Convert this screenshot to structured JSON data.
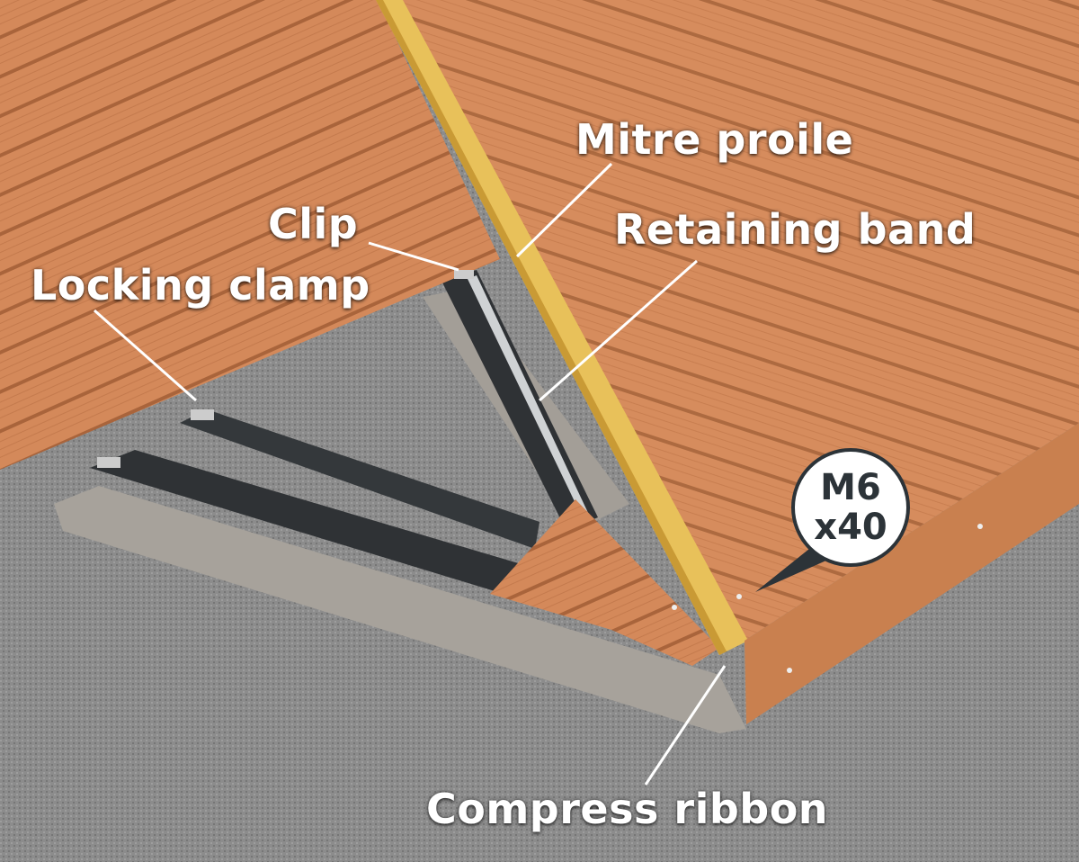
{
  "labels": {
    "mitre_profile": "Mitre proile",
    "retaining_band": "Retaining band",
    "clip": "Clip",
    "locking_clamp": "Locking clamp",
    "compress_ribbon": "Compress ribbon"
  },
  "screw_badge": {
    "line1": "M6",
    "line2": "x40"
  },
  "colors": {
    "deck": "#d4895a",
    "mitre": "#e8c15a",
    "gravel": "#8c8c8c",
    "frame": "#2f3235",
    "concrete": "#a7a29b"
  }
}
